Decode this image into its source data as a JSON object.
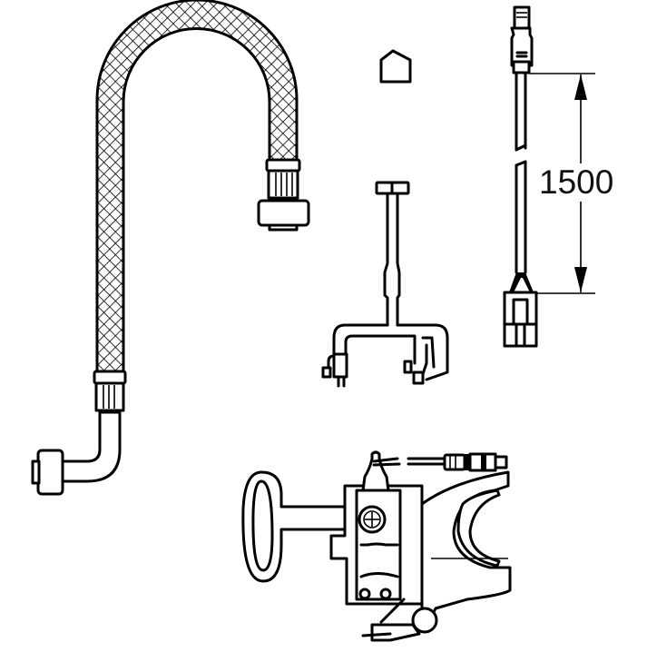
{
  "diagram": {
    "type": "exploded-parts-drawing",
    "background": "#ffffff",
    "line_color": "#000000",
    "parts": [
      {
        "id": "braided-hose",
        "description": "Braided flexible connection hose with elbow and union nut"
      },
      {
        "id": "cap",
        "description": "Small pentagonal protective cap"
      },
      {
        "id": "mounting-bracket",
        "description": "T-shaped mounting bracket / clip"
      },
      {
        "id": "cable",
        "description": "Connection cable with plug connectors on both ends"
      },
      {
        "id": "valve-unit",
        "description": "Solenoid valve unit with T-handle key and cable plug"
      }
    ],
    "dimension": {
      "label": "1500",
      "applies_to": "cable"
    }
  }
}
